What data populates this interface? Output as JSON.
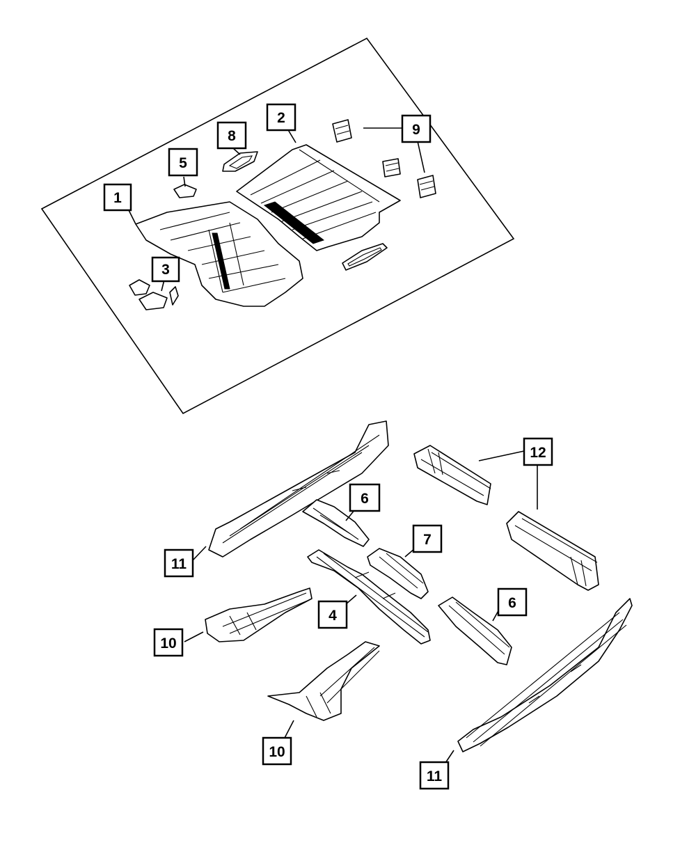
{
  "colors": {
    "line": "#000000",
    "background": "#ffffff"
  },
  "callouts": [
    {
      "id": "c1",
      "label": "1"
    },
    {
      "id": "c2",
      "label": "2"
    },
    {
      "id": "c3",
      "label": "3"
    },
    {
      "id": "c5",
      "label": "5"
    },
    {
      "id": "c8",
      "label": "8"
    },
    {
      "id": "c9",
      "label": "9"
    },
    {
      "id": "c11a",
      "label": "11"
    },
    {
      "id": "c6a",
      "label": "6"
    },
    {
      "id": "c12",
      "label": "12"
    },
    {
      "id": "c7",
      "label": "7"
    },
    {
      "id": "c6b",
      "label": "6"
    },
    {
      "id": "c4",
      "label": "4"
    },
    {
      "id": "c10a",
      "label": "10"
    },
    {
      "id": "c10b",
      "label": "10"
    },
    {
      "id": "c11b",
      "label": "11"
    }
  ]
}
